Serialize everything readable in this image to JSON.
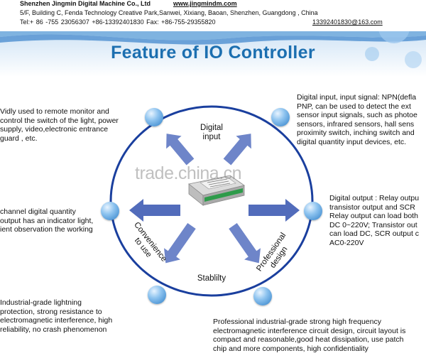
{
  "header": {
    "company": "Shenzhen Jingmin Digital Machine Co., Ltd",
    "website": "www.jingmindm.com",
    "address": "5/F, Building C, Fenda Technology Creative Park,Sanwei, Xixiang, Baoan, Shenzhen, Guangdong , China",
    "tel_line": "Tel:+ 86 -755 23056307        +86-13392401830           Fax: +86-755-29355820",
    "email": "13392401830@163.com"
  },
  "title": "Feature of IO Controller",
  "watermark": "trade.china.cn",
  "labels": {
    "digital_input": [
      "Digital",
      "input"
    ],
    "convenience": [
      "Convenience",
      "to use"
    ],
    "stability": "Stablilty",
    "professional": [
      "Professional",
      "design"
    ]
  },
  "descriptions": {
    "top_left": [
      "Vidly used to remote monitor and",
      "control the switch of the light, power",
      "supply, video,electronic entrance",
      "guard , etc."
    ],
    "top_right": [
      "Digital input, input signal: NPN(defla",
      "PNP, can be  used to detect the ext",
      "sensor input signals, such as photoe",
      "sensors, infrared sensors, hall sens",
      "proximity switch, inching switch and",
      "digital quantity input devices, etc."
    ],
    "mid_left": [
      "channel digital quantity",
      "output has an indicator light,",
      "ient observation the working"
    ],
    "mid_right": [
      "Digital output : Relay outpu",
      "transistor output and SCR",
      "Relay output can load both",
      "DC 0~220V; Transistor out",
      "can load DC, SCR output c",
      "AC0-220V"
    ],
    "bottom_left": [
      "Industrial-grade lightning",
      "protection, strong resistance to",
      "electromagnetic interference, high",
      "reliability, no crash phenomenon"
    ],
    "bottom": [
      "Professional industrial-grade strong high frequency",
      "electromagnetic interference circuit design, circuit layout is",
      "compact and reasonable,good heat dissipation, use patch",
      "chip and more components, high confidentiality"
    ]
  },
  "colors": {
    "title": "#1c6fb0",
    "ring": "#1a3f9e",
    "arrow": "#4a66b8",
    "node": "#4a93d8"
  }
}
